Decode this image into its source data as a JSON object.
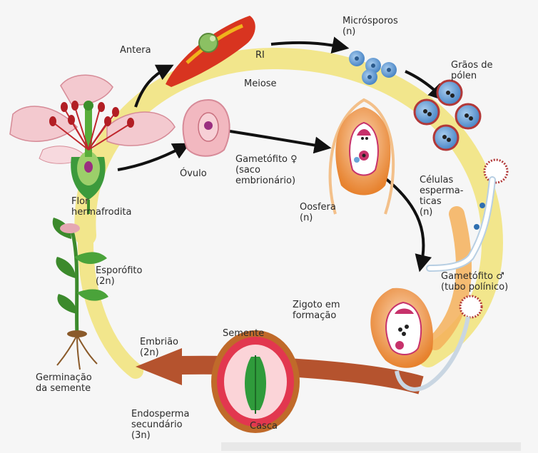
{
  "labels": {
    "antera": "Antera",
    "ri": "RI",
    "microsporos": "Micrósporos\n(n)",
    "meiose": "Meiose",
    "graos": "Grãos de\npólen",
    "flor": "Flor\nhermafrodita",
    "ovulo": "Óvulo",
    "gametofito_f": "Gametófito ♀\n(saco\nembrionário)",
    "oosfera": "Oosfera\n(n)",
    "celulas": "Células\nesperma-\nticas\n(n)",
    "esporofito": "Esporófito\n(2n)",
    "gametofito_m": "Gametófito ♂\n(tubo polínico)",
    "zigoto": "Zigoto em\nformação",
    "semente": "Semente",
    "embriao": "Embrião\n(2n)",
    "germinacao": "Germinação\nda semente",
    "endosperma": "Endosperma\nsecundário\n(3n)",
    "casca": "Casca"
  },
  "colors": {
    "cycle_ring": "#f1e58a",
    "bottom_arrow": "#b5532e",
    "petal": "#f3c9cf",
    "stamen": "#c0272d",
    "ovule_pink": "#f2b8c0",
    "pollen_blue": "#6aa5d8",
    "orange_ovule": "#f2a15a",
    "seed_green": "#2f9b3b"
  }
}
